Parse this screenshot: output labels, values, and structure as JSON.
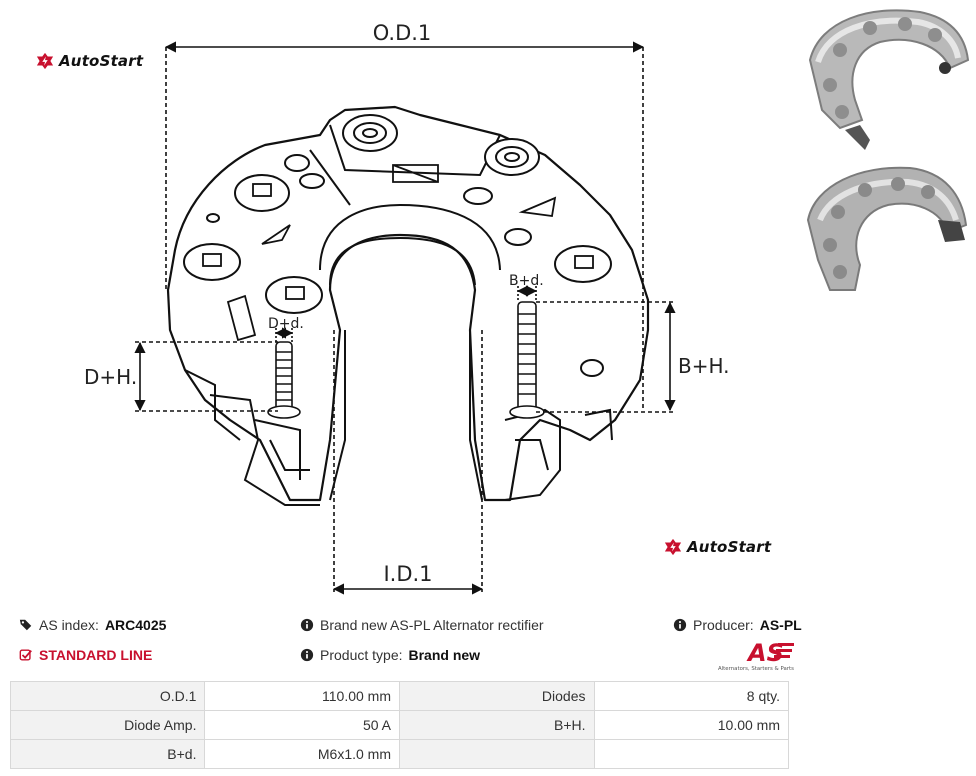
{
  "brand": {
    "logo_text": "AutoStart"
  },
  "diagram": {
    "labels": {
      "od": "O.D.1",
      "id": "I.D.1",
      "dh": "D+H.",
      "bh": "B+H.",
      "dd": "D+d.",
      "bd": "B+d."
    }
  },
  "info": {
    "as_index_label": "AS index:",
    "as_index_value": "ARC4025",
    "line": "STANDARD LINE",
    "description": "Brand new AS-PL Alternator rectifier",
    "product_type_label": "Product type:",
    "product_type_value": "Brand new",
    "producer_label": "Producer:",
    "producer_value": "AS-PL",
    "producer_logo_text": "AS",
    "producer_logo_tagline": "Alternators, Starters & Parts"
  },
  "colors": {
    "accent_red": "#c8102e",
    "table_label_bg": "#f2f2f2",
    "table_border": "#d8d8d8"
  },
  "specs": [
    {
      "label": "O.D.1",
      "value": "110.00 mm",
      "label2": "Diodes",
      "value2": "8 qty."
    },
    {
      "label": "Diode Amp.",
      "value": "50 A",
      "label2": "B+H.",
      "value2": "10.00 mm"
    },
    {
      "label": "B+d.",
      "value": "M6x1.0 mm",
      "label2": "",
      "value2": ""
    }
  ]
}
